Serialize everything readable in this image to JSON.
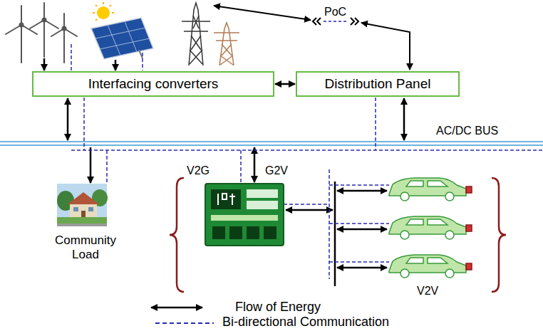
{
  "diagram": {
    "nodes": [
      {
        "text": [
          "Interfacing converters"
        ]
      },
      {
        "text": [
          "Distribution Panel"
        ]
      },
      {
        "text": [
          "Community Load"
        ]
      }
    ],
    "edges": [
      {
        "from": 0,
        "to": 1,
        "arrow": "both"
      }
    ],
    "labels": [
      "PoC",
      "AC/DC BUS",
      "V2G",
      "G2V",
      "V2V"
    ],
    "legend": [
      {
        "text": "Flow of Energy"
      },
      {
        "text": "Bi-directional Communication"
      }
    ]
  }
}
